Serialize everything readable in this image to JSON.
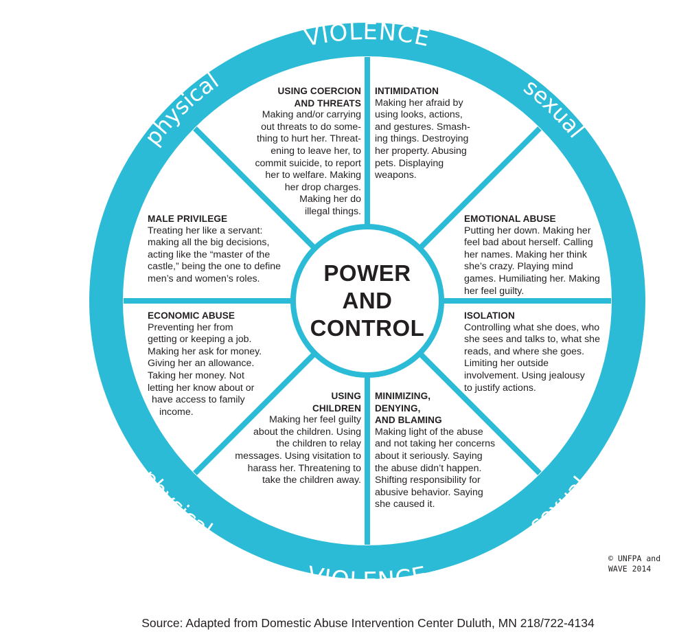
{
  "diagram": {
    "colors": {
      "rim": "#2bbbd6",
      "spokes": "#2bbbd6",
      "text": "#231f20",
      "background": "#ffffff"
    },
    "rim_labels": {
      "top": "VIOLENCE",
      "top_left": "physical",
      "top_right": "sexual",
      "bottom": "VIOLENCE",
      "bottom_left": "physical",
      "bottom_right": "sexual"
    },
    "hub": {
      "lines": [
        "POWER",
        "AND",
        "CONTROL"
      ]
    },
    "segments": {
      "coercion": {
        "title": [
          "USING COERCION",
          "AND THREATS"
        ],
        "body": [
          "Making and/or carrying",
          "out threats to do some-",
          "thing to hurt her. Threat-",
          "ening to leave her, to",
          "commit suicide, to report",
          "her to welfare. Making",
          "her drop charges.",
          "Making her do",
          "illegal things."
        ]
      },
      "intimidation": {
        "title": [
          "INTIMIDATION"
        ],
        "body": [
          "Making her afraid by",
          "using looks, actions,",
          "and gestures. Smash-",
          "ing things. Destroying",
          "her property. Abusing",
          "pets. Displaying",
          "weapons."
        ]
      },
      "emotional": {
        "title": [
          "EMOTIONAL ABUSE"
        ],
        "body": [
          "Putting her down. Making her",
          "feel bad about herself. Calling",
          "her names. Making her think",
          "she’s crazy. Playing mind",
          "games. Humiliating her. Making",
          "her feel guilty."
        ]
      },
      "isolation": {
        "title": [
          "ISOLATION"
        ],
        "body": [
          "Controlling what she does, who",
          "she sees and talks to, what she",
          "reads, and where she goes.",
          "Limiting her outside",
          "involvement. Using jealousy",
          "to justify actions."
        ]
      },
      "minimizing": {
        "title": [
          "MINIMIZING,",
          "DENYING,",
          "AND BLAMING"
        ],
        "body": [
          "Making light of the abuse",
          "and not taking her concerns",
          "about it seriously. Saying",
          "the abuse didn’t happen.",
          "Shifting responsibility for",
          "abusive behavior. Saying",
          "she caused it."
        ]
      },
      "children": {
        "title": [
          "USING",
          "CHILDREN"
        ],
        "body": [
          "Making her feel guilty",
          "about the children. Using",
          "the children to relay",
          "messages. Using visitation to",
          "harass her. Threatening to",
          "take the children away."
        ]
      },
      "economic": {
        "title": [
          "ECONOMIC ABUSE"
        ],
        "body": [
          "Preventing her from",
          "getting or keeping a job.",
          "Making her ask for money.",
          "Giving her an allowance.",
          "Taking her money. Not",
          "letting her know about or",
          "have access to family",
          "income."
        ]
      },
      "privilege": {
        "title": [
          "MALE PRIVILEGE"
        ],
        "body": [
          "Treating her like a servant:",
          "making all the big decisions,",
          "acting like the “master of the",
          "castle,” being the one to define",
          "men’s and women’s roles."
        ]
      }
    }
  },
  "copyright": "© UNFPA and\nWAVE 2014",
  "source": "Source: Adapted from Domestic Abuse Intervention Center Duluth, MN 218/722-4134"
}
